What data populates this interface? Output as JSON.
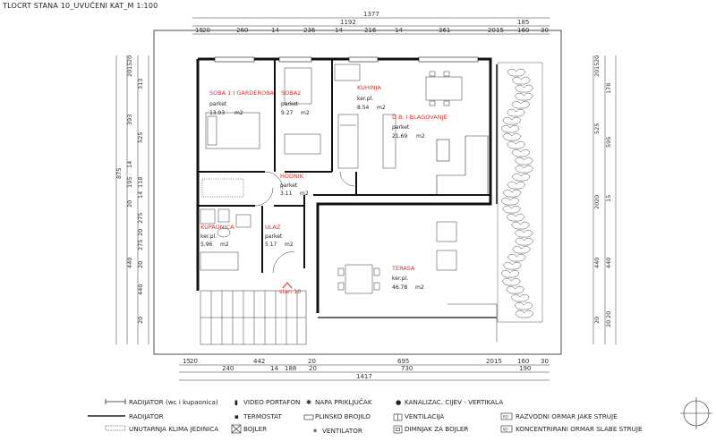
{
  "title": "TLOCRT STANA 10_UVUČENI KAT_M 1:100",
  "top_dims": {
    "total": "1377",
    "inner": "1192",
    "right": "185",
    "segments": [
      "15",
      "20",
      "260",
      "14",
      "236",
      "14",
      "216",
      "14",
      "361",
      "20",
      "15",
      "160",
      "30"
    ]
  },
  "bottom_dims": {
    "row1": [
      "15",
      "20",
      "442",
      "20",
      "695",
      "20",
      "15",
      "160",
      "30"
    ],
    "row2": [
      "240",
      "14",
      "188",
      "20",
      "730",
      "190"
    ],
    "total": "1417"
  },
  "left_dims": {
    "total": "875",
    "outer": [
      "393",
      "14",
      "195",
      "20",
      "440"
    ],
    "inner": [
      "313",
      "525",
      "118",
      "14",
      "275",
      "20",
      "275",
      "20",
      "440",
      "20"
    ],
    "small": [
      "20",
      "15",
      "20"
    ]
  },
  "right_dims": {
    "col1": [
      "20",
      "15",
      "20",
      "525",
      "20",
      "20",
      "440",
      "20"
    ],
    "col2": [
      "178",
      "595",
      "15",
      "440",
      "20",
      "20"
    ]
  },
  "rooms": [
    {
      "name": "SOBA 1 I GARDEROBA",
      "floor": "parket",
      "area": "13.93",
      "unit": "m2"
    },
    {
      "name": "SOBA2",
      "floor": "parket",
      "area": "9.27",
      "unit": "m2"
    },
    {
      "name": "KUHINJA",
      "floor": "ker.pl.",
      "area": "8.54",
      "unit": "m2"
    },
    {
      "name": "D.B. I BLAGOVANJE",
      "floor": "parket",
      "area": "21.69",
      "unit": "m2"
    },
    {
      "name": "HODNIK",
      "floor": "parket",
      "area": "3.11",
      "unit": "m2"
    },
    {
      "name": "KUPAONICA",
      "floor": "ker.pl.",
      "area": "5.96",
      "unit": "m2"
    },
    {
      "name": "ULAZ",
      "floor": "parket",
      "area": "5.17",
      "unit": "m2"
    },
    {
      "name": "TERASA",
      "floor": "ker.pl.",
      "area": "46.78",
      "unit": "m2"
    }
  ],
  "apartment_label": "stan 10",
  "legend": [
    {
      "symbol": "radiator-wc-icon",
      "label": "RADIJATOR (wc i kupaonica)"
    },
    {
      "symbol": "radiator-icon",
      "label": "RADIJATOR"
    },
    {
      "symbol": "ac-unit-icon",
      "label": "UNUTARNJA KLIMA JEDINICA"
    },
    {
      "symbol": "video-intercom-icon",
      "label": "VIDEO PORTAFON"
    },
    {
      "symbol": "thermostat-icon",
      "label": "TERMOSTAT"
    },
    {
      "symbol": "boiler-icon",
      "label": "BOJLER"
    },
    {
      "symbol": "hood-connection-icon",
      "label": "NAPA PRIKLJUČAK"
    },
    {
      "symbol": "gas-meter-icon",
      "label": "PLINSKO BROJILO"
    },
    {
      "symbol": "fan-icon",
      "label": "VENTILATOR"
    },
    {
      "symbol": "sewer-vertical-icon",
      "label": "KANALIZAC. CIJEV - VERTIKALA"
    },
    {
      "symbol": "ventilation-icon",
      "label": "VENTILACIJA"
    },
    {
      "symbol": "boiler-chimney-icon",
      "label": "DIMNJAK ZA BOJLER"
    },
    {
      "symbol": "heavy-current-cabinet-icon",
      "label": "RAZVODNI ORMAR JAKE STRUJE"
    },
    {
      "symbol": "weak-current-cabinet-icon",
      "label": "KONCENTRIRANI ORMAR SLABE STRUJE"
    }
  ],
  "colors": {
    "room_label": "#e0302a",
    "wall": "#111111",
    "line": "#333333"
  }
}
